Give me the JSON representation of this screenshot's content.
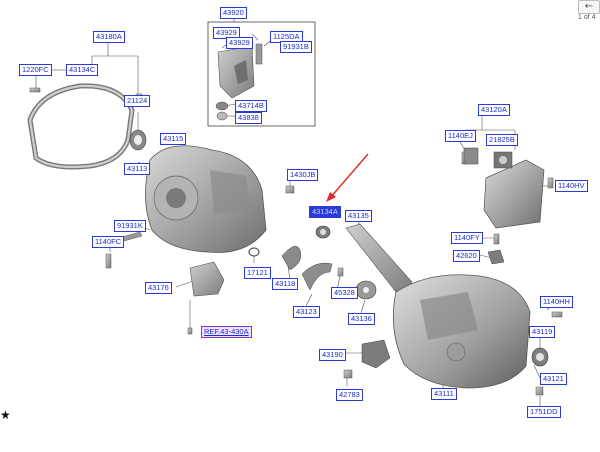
{
  "nav": {
    "back_label": "←",
    "page_indicator": "1 of 4",
    "corner_icon": "★"
  },
  "labels": {
    "p43180A": "43180A",
    "p1220FC": "1220FC",
    "p43134C": "43134C",
    "p21124": "21124",
    "p43115": "43115",
    "p43113": "43113",
    "p43920": "43920",
    "p43929a": "43929",
    "p43929b": "43929",
    "p1125DA": "1125DA",
    "p91931B": "91931B",
    "p43714B": "43714B",
    "p43838": "43838",
    "p1430JB": "1430JB",
    "p43134A": "43134A",
    "p43135": "43135",
    "p43120A": "43120A",
    "p1140EJ": "1140EJ",
    "p21825B": "21825B",
    "p1140HV": "1140HV",
    "p1140FY": "1140FY",
    "p42620": "42620",
    "p91931K": "91931K",
    "p1140FC": "1140FC",
    "p17121": "17121",
    "p43118": "43118",
    "p45328": "45328",
    "p43176": "43176",
    "p43123": "43123",
    "p43136": "43136",
    "p1140HH": "1140HH",
    "pREF": "REF.43-430A",
    "p43119": "43119",
    "p43190": "43190",
    "p42783": "42783",
    "p43111": "43111",
    "p43121": "43121",
    "p1751DD": "1751DD"
  },
  "colors": {
    "label_blue": "#2a3bd6",
    "highlight_arrow": "#e5262b",
    "part_gray": "#9a9a9a"
  }
}
